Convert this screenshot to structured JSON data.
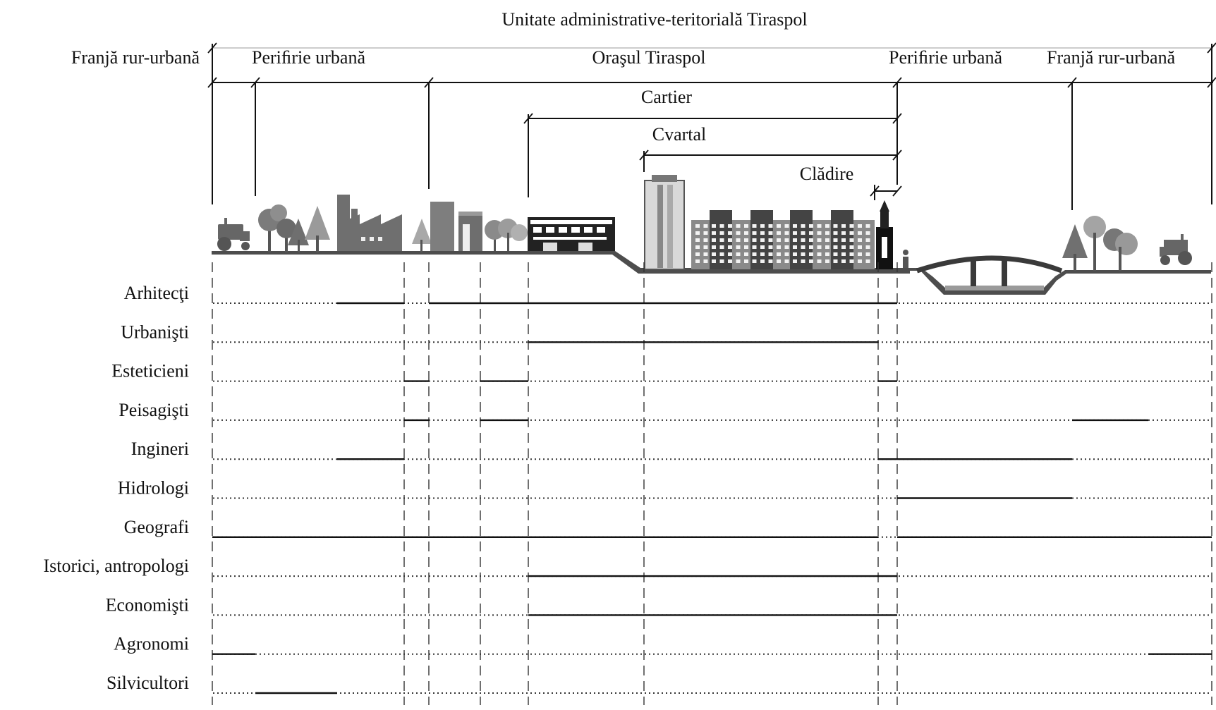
{
  "title": "Unitate administrative-teritorială Tiraspol",
  "zones": {
    "left_fringe": "Franjă rur-urbană",
    "left_periphery": "Periﬁrie urbană",
    "city": "Oraşul Tiraspol",
    "right_periphery": "Periﬁrie urbană",
    "right_fringe": "Franjă rur-urbană"
  },
  "scales": {
    "district": "Cartier",
    "block": "Cvartal",
    "building": "Clădire"
  },
  "disciplines": [
    {
      "label": "Arhitecţi",
      "segments": [
        [
          2,
          3
        ],
        [
          4,
          12
        ]
      ]
    },
    {
      "label": "Urbanişti",
      "segments": [
        [
          6,
          11
        ]
      ]
    },
    {
      "label": "Esteticieni",
      "segments": [
        [
          3,
          4
        ],
        [
          5,
          6
        ],
        [
          11,
          12
        ]
      ]
    },
    {
      "label": "Peisagişti",
      "segments": [
        [
          3,
          4
        ],
        [
          5,
          6
        ],
        [
          14,
          15
        ]
      ]
    },
    {
      "label": "Ingineri",
      "segments": [
        [
          2,
          3
        ],
        [
          11,
          14
        ]
      ]
    },
    {
      "label": "Hidrologi",
      "segments": [
        [
          12,
          14
        ]
      ]
    },
    {
      "label": "Geografi",
      "segments": [
        [
          0,
          11
        ],
        [
          12,
          16
        ]
      ]
    },
    {
      "label": "Istorici, antropologi",
      "segments": [
        [
          6,
          12
        ]
      ]
    },
    {
      "label": "Economişti",
      "segments": [
        [
          6,
          12
        ]
      ]
    },
    {
      "label": "Agronomi",
      "segments": [
        [
          0,
          1
        ],
        [
          15,
          16
        ]
      ]
    },
    {
      "label": "Silvicultori",
      "segments": [
        [
          1,
          2
        ]
      ]
    }
  ]
}
